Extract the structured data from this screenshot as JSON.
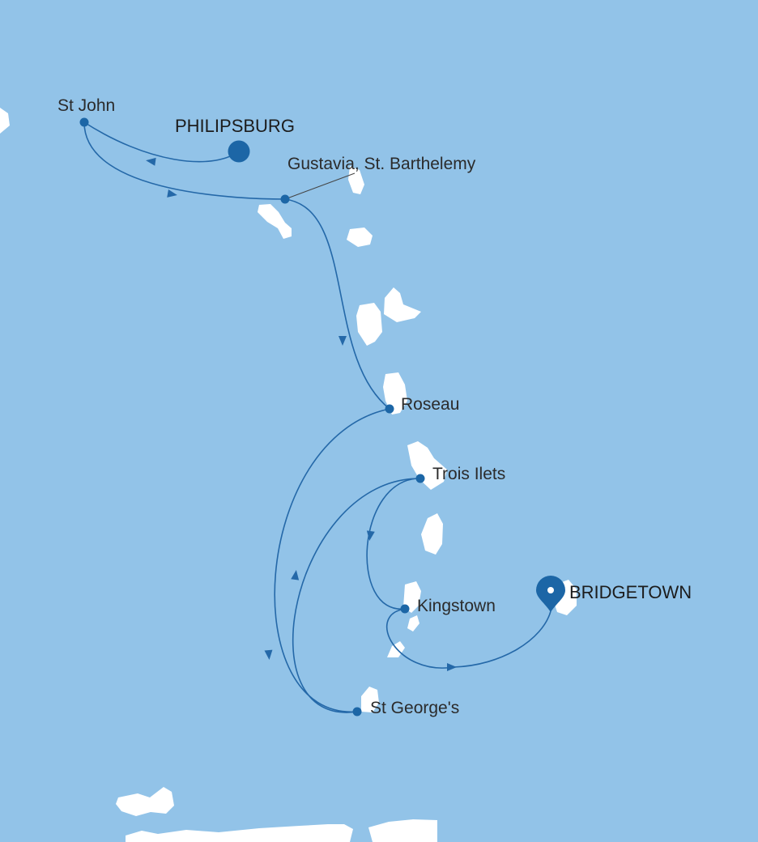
{
  "colors": {
    "sea": "#92c3e8",
    "land": "#ffffff",
    "route": "#2468a8",
    "marker": "#1c66a6"
  },
  "start_port": {
    "name": "PHILIPSBURG",
    "icon": "large-circle-icon"
  },
  "end_port": {
    "name": "BRIDGETOWN",
    "icon": "map-pin-icon"
  },
  "ports": [
    {
      "key": "st-john",
      "name": "St John"
    },
    {
      "key": "gustavia",
      "name": "Gustavia, St. Barthelemy"
    },
    {
      "key": "roseau",
      "name": "Roseau"
    },
    {
      "key": "trois-ilets",
      "name": "Trois Ilets"
    },
    {
      "key": "kingstown",
      "name": "Kingstown"
    },
    {
      "key": "st-georges",
      "name": "St George's"
    }
  ],
  "route_order": [
    "PHILIPSBURG",
    "St John",
    "Gustavia, St. Barthelemy",
    "Roseau",
    "St George's",
    "Trois Ilets",
    "Kingstown",
    "BRIDGETOWN"
  ]
}
